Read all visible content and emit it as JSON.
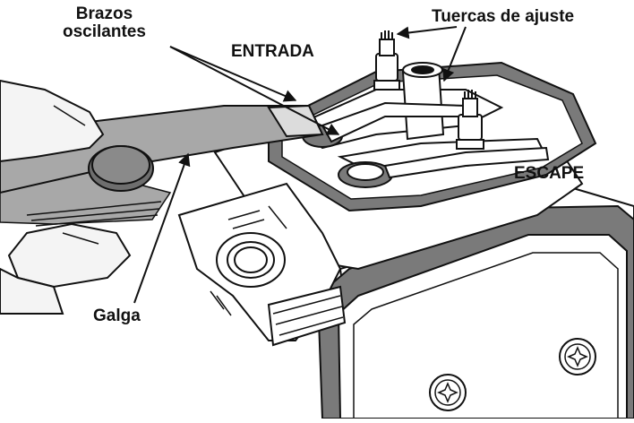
{
  "labels": {
    "brazos_line1": "Brazos",
    "brazos_line2": "oscilantes",
    "entrada": "ENTRADA",
    "tuercas": "Tuercas de ajuste",
    "escape": "ESCAPE",
    "galga": "Galga"
  },
  "colors": {
    "ink": "#111111",
    "gasket": "#7a7a7a",
    "feeler": "#a8a8a8",
    "feeler_dark": "#6e6e6e",
    "skin": "#f4f4f4",
    "panel": "#ffffff"
  }
}
